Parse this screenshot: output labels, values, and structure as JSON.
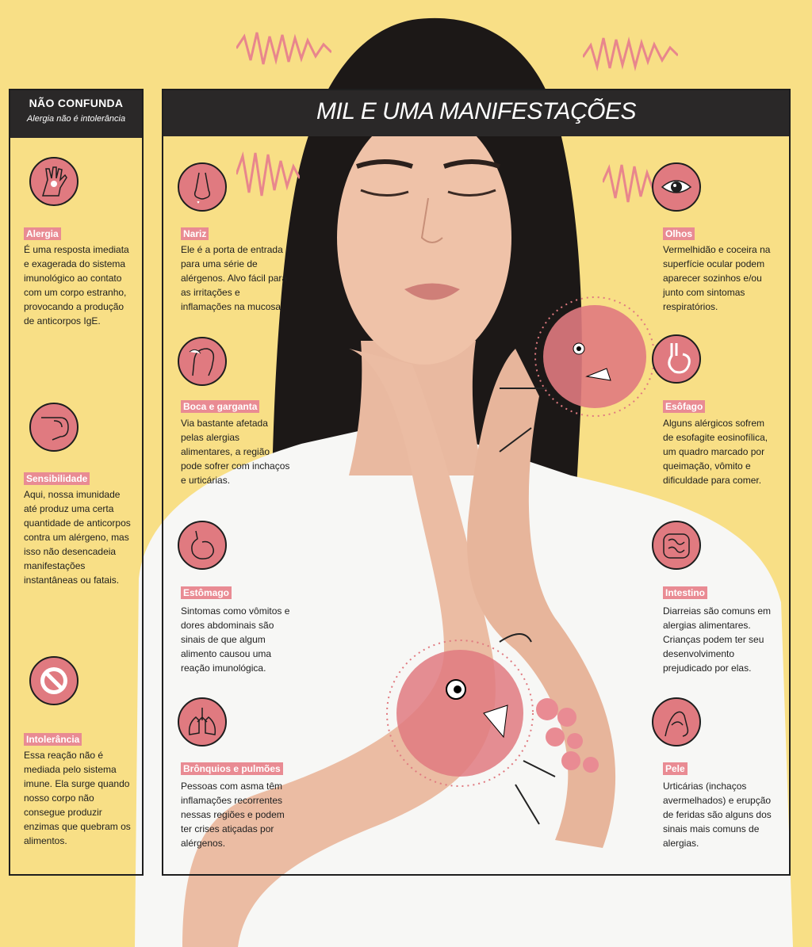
{
  "left_panel": {
    "title": "NÃO CONFUNDA",
    "subtitle": "Alergia não é intolerância",
    "items": [
      {
        "label": "Alergia",
        "text": "É uma resposta imediata e exagerada do sistema imunológico ao contato com um corpo estranho, provocando a produção de anticorpos IgE.",
        "icon": "hand-rash-icon"
      },
      {
        "label": "Sensibilidade",
        "text": "Aqui, nossa imunidade até produz uma certa quantidade de anticorpos contra um alérgeno, mas isso não desencadeia manifestações instantâneas ou fatais.",
        "icon": "finger-icon"
      },
      {
        "label": "Intolerância",
        "text": "Essa reação não é mediada pelo sistema imune. Ela surge quando nosso corpo não consegue produzir enzimas que quebram os alimentos.",
        "icon": "prohibited-icon"
      }
    ]
  },
  "right_panel": {
    "title": "MIL E UMA MANIFESTAÇÕES",
    "left_items": [
      {
        "label": "Nariz",
        "text": "Ele é a porta de entrada para uma série de alérgenos. Alvo fácil para as irritações e inflamações na mucosa.",
        "icon": "nose-icon"
      },
      {
        "label": "Boca e garganta",
        "text": "Via bastante afetada pelas alergias alimentares, a região pode sofrer com inchaços e urticárias.",
        "icon": "throat-icon"
      },
      {
        "label": "Estômago",
        "text": "Sintomas como vômitos e dores abdominais são sinais de que algum alimento causou uma reação imunológica.",
        "icon": "stomach-icon"
      },
      {
        "label": "Brônquios e pulmões",
        "text": "Pessoas com asma têm inflamações recorrentes nessas regiões e podem ter crises atiçadas por alérgenos.",
        "icon": "lungs-icon"
      }
    ],
    "right_items": [
      {
        "label": "Olhos",
        "text": "Vermelhidão e coceira na superfície ocular podem aparecer sozinhos e/ou junto com sintomas respiratórios.",
        "icon": "eye-icon"
      },
      {
        "label": "Esôfago",
        "text": "Alguns alérgicos sofrem de esofagite eosinofílica, um quadro marcado por queimação, vômito e dificuldade para comer.",
        "icon": "esophagus-icon"
      },
      {
        "label": "Intestino",
        "text": "Diarreias são comuns em alergias alimentares. Crianças podem ter seu desenvolvimento prejudicado por elas.",
        "icon": "intestine-icon"
      },
      {
        "label": "Pele",
        "text": "Urticárias (inchaços avermelhados) e erupção de feridas são alguns dos sinais mais comuns de alergias.",
        "icon": "skin-icon"
      }
    ]
  },
  "colors": {
    "background": "#f8df86",
    "accent_pink": "#e07a80",
    "label_pink": "#e98b93",
    "header_dark": "#2a2828"
  }
}
